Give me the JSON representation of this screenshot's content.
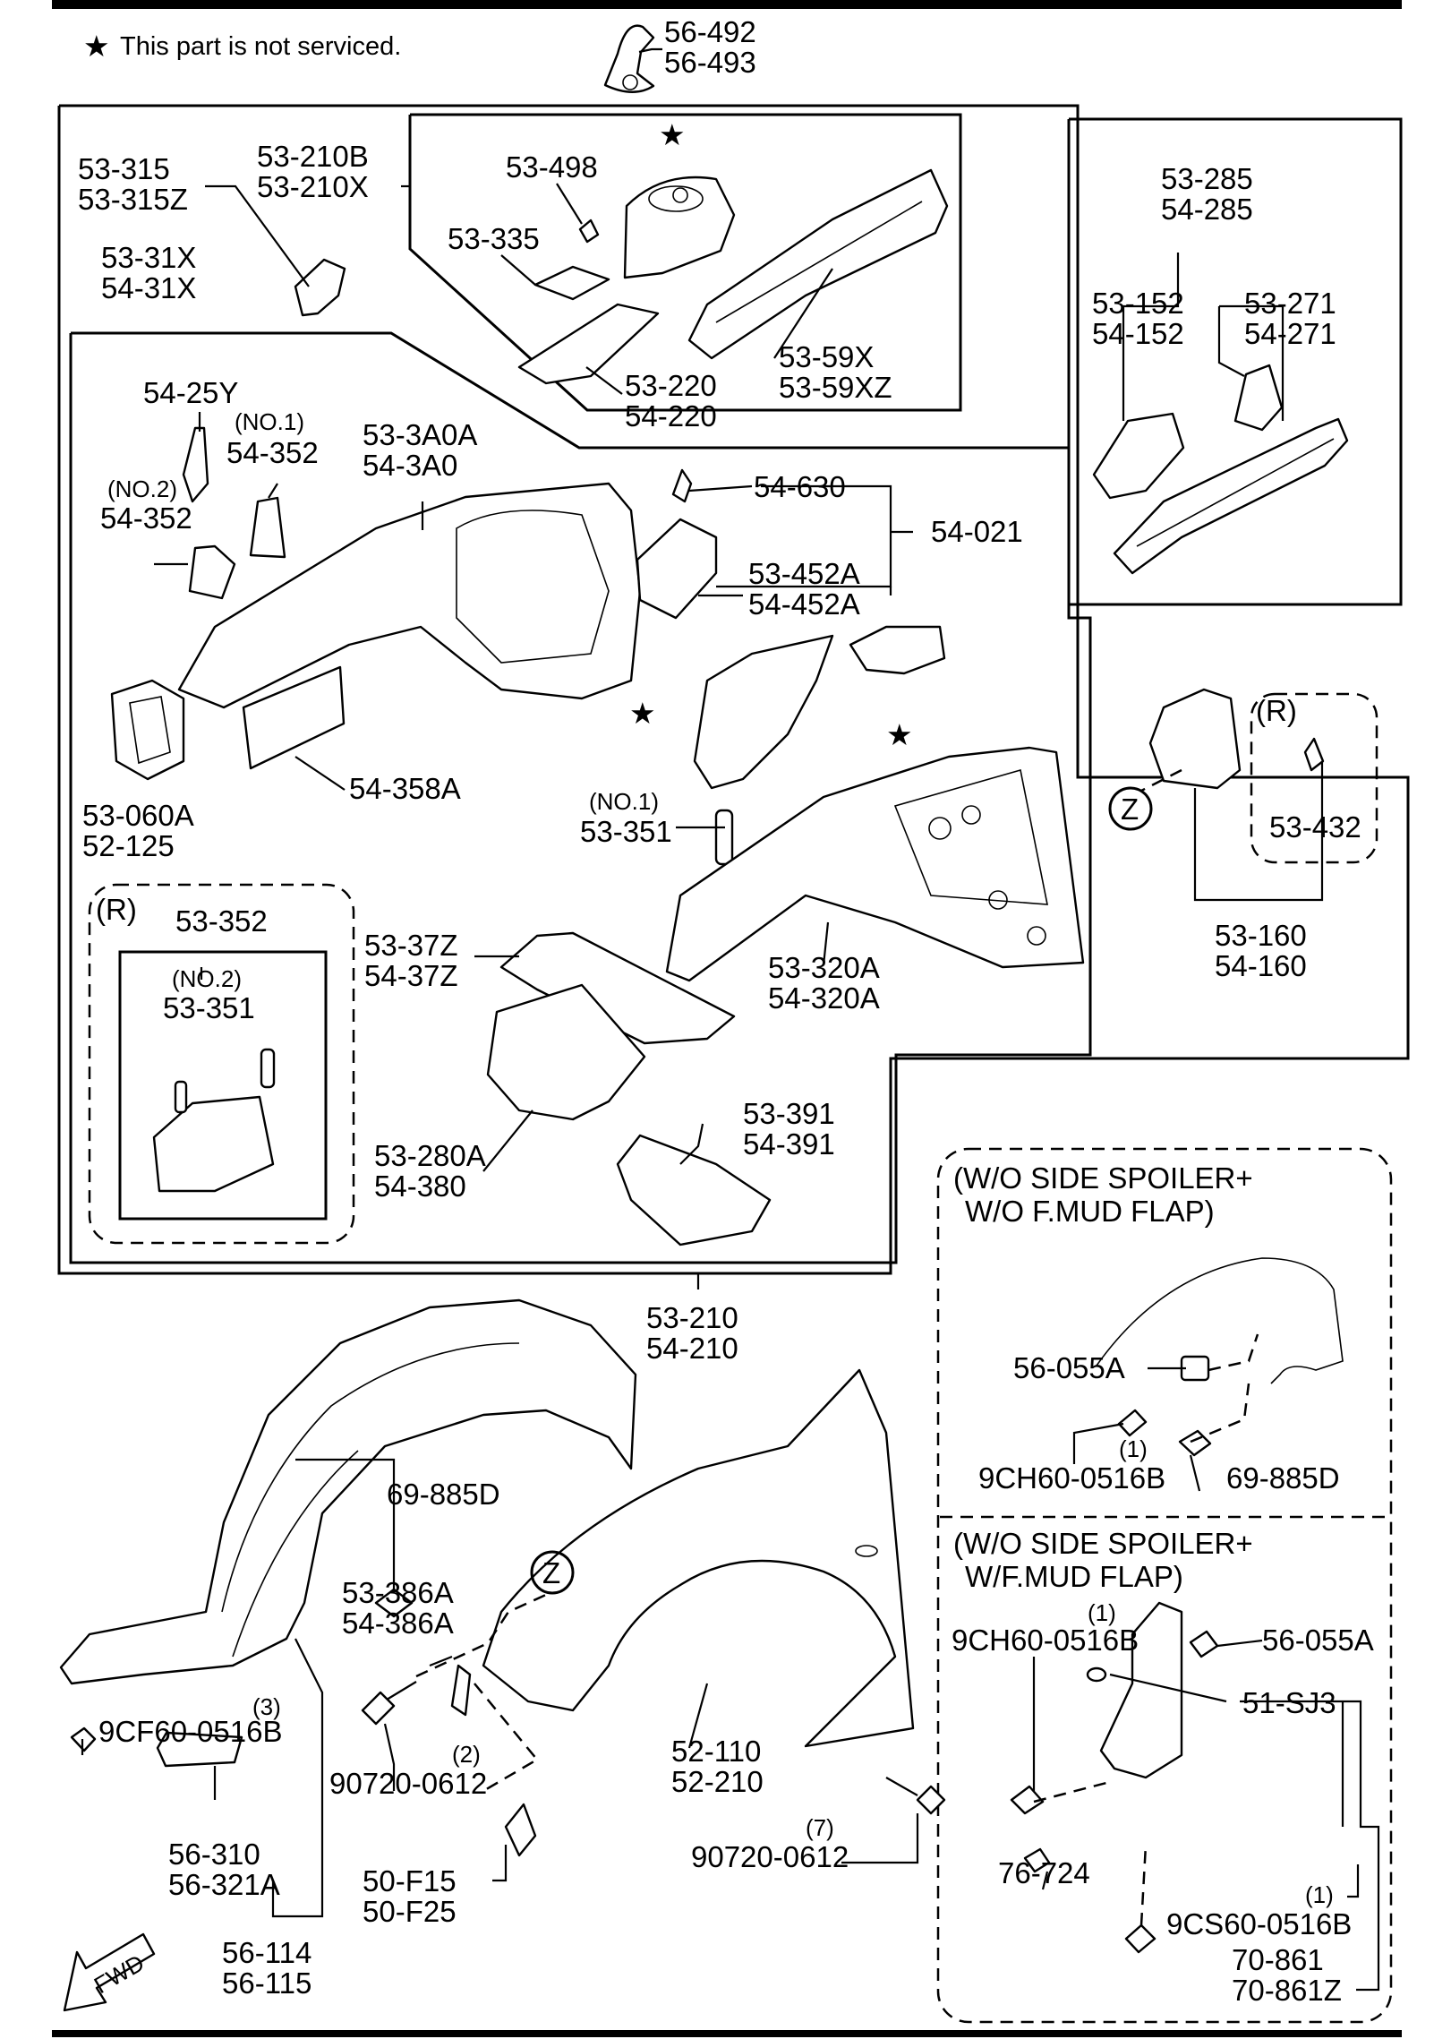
{
  "legend": {
    "star": "★",
    "note": "This part is not serviced."
  },
  "callouts": {
    "c56_492": "56-492",
    "c56_493": "56-493",
    "c53_315": "53-315",
    "c53_315Z": "53-315Z",
    "c53_210B": "53-210B",
    "c53_210X": "53-210X",
    "c53_498": "53-498",
    "c53_335": "53-335",
    "c53_220": "53-220",
    "c54_220": "54-220",
    "c53_59X": "53-59X",
    "c53_59XZ": "53-59XZ",
    "c53_31X": "53-31X",
    "c54_31X": "54-31X",
    "c53_285": "53-285",
    "c54_285": "54-285",
    "c53_152": "53-152",
    "c54_152": "54-152",
    "c53_271": "53-271",
    "c54_271": "54-271",
    "c54_25Y": "54-25Y",
    "no1_a": "(NO.1)",
    "c54_352_a": "54-352",
    "no2_a": "(NO.2)",
    "c54_352_b": "54-352",
    "c53_3A0A": "53-3A0A",
    "c54_3A0": "54-3A0",
    "c54_630": "54-630",
    "c54_021": "54-021",
    "c53_452A": "53-452A",
    "c54_452A": "54-452A",
    "c54_358A": "54-358A",
    "c53_060A": "53-060A",
    "c52_125": "52-125",
    "no1_b": "(NO.1)",
    "c53_351_a": "53-351",
    "r_a": "(R)",
    "c53_432": "53-432",
    "z_a": "Z",
    "c53_160": "53-160",
    "c54_160": "54-160",
    "r_b": "(R)",
    "c53_352": "53-352",
    "no2_b": "(NO.2)",
    "c53_351_b": "53-351",
    "c53_37Z": "53-37Z",
    "c54_37Z": "54-37Z",
    "c53_320A": "53-320A",
    "c54_320A": "54-320A",
    "c53_391": "53-391",
    "c54_391": "54-391",
    "c53_280A": "53-280A",
    "c54_380": "54-380",
    "c53_210": "53-210",
    "c54_210": "54-210",
    "variant1_l1": "(W/O SIDE SPOILER+",
    "variant1_l2": "W/O F.MUD FLAP)",
    "c56_055A_a": "56-055A",
    "qty1_a": "(1)",
    "c9CH60_a": "9CH60-0516B",
    "c69_885D_a": "69-885D",
    "variant2_l1": "(W/O SIDE SPOILER+",
    "variant2_l2": "W/F.MUD FLAP)",
    "qty1_b": "(1)",
    "c9CH60_b": "9CH60-0516B",
    "c56_055A_b": "56-055A",
    "c51_SJ3": "51-SJ3",
    "c76_724": "76-724",
    "qty1_c": "(1)",
    "c9CS60": "9CS60-0516B",
    "c70_861": "70-861",
    "c70_861Z": "70-861Z",
    "c69_885D_b": "69-885D",
    "z_b": "Z",
    "c53_386A": "53-386A",
    "c54_386A": "54-386A",
    "qty3": "(3)",
    "c9CF60": "9CF60-0516B",
    "qty2": "(2)",
    "c90720_a": "90720-0612",
    "c52_110": "52-110",
    "c52_210": "52-210",
    "qty7": "(7)",
    "c90720_b": "90720-0612",
    "c56_310": "56-310",
    "c56_321A": "56-321A",
    "c50_F15": "50-F15",
    "c50_F25": "50-F25",
    "c56_114": "56-114",
    "c56_115": "56-115",
    "fwd": "FWD"
  }
}
